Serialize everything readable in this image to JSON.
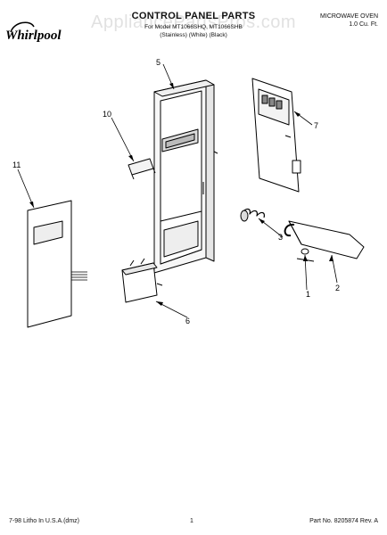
{
  "header": {
    "brand": "Whirlpool",
    "title": "CONTROL PANEL PARTS",
    "model_line": "For Model MT1066SHQ, MT1066SHB",
    "color_line": "(Stainless) (White) (Black)",
    "appliance": "MICROWAVE OVEN",
    "capacity": "1.0 Cu. Ft."
  },
  "watermark": "AppliancePartsPros.com",
  "callouts": [
    "1",
    "2",
    "3",
    "5",
    "6",
    "7",
    "10",
    "11"
  ],
  "footer": {
    "left": "7-98 Litho In U.S.A.(dmz)",
    "page": "1",
    "right": "Part No. 8205874 Rev. A"
  }
}
